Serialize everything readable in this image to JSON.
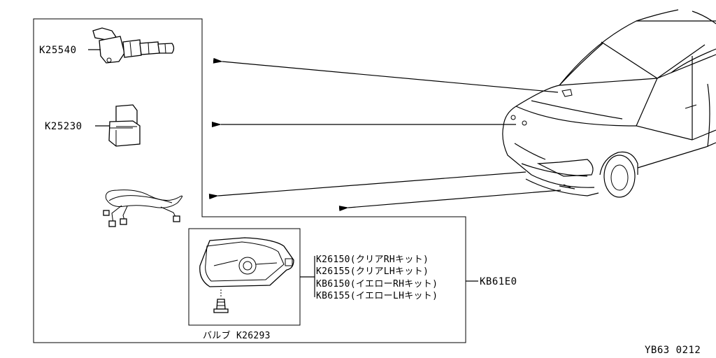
{
  "parts": {
    "switch": {
      "code": "K25540",
      "icon": "combination-switch-icon"
    },
    "relay": {
      "code": "K25230",
      "icon": "relay-icon"
    },
    "harness": {
      "icon": "wire-harness-icon"
    },
    "fog_lamp": {
      "icon": "fog-lamp-icon"
    },
    "screw": {
      "icon": "screw-icon"
    }
  },
  "lamp_kits": [
    {
      "label": "K26150(クリアRHキット)"
    },
    {
      "label": "K26155(クリアLHキット)"
    },
    {
      "label": "KB6150(イエローRHキット)"
    },
    {
      "label": "KB6155(イエローLHキット)"
    }
  ],
  "kit_group_code": "KB61E0",
  "bulb_label": "バルブ K26293",
  "diagram_id": "YB63 0212",
  "vehicle_icon": "car-front-quarter-icon"
}
